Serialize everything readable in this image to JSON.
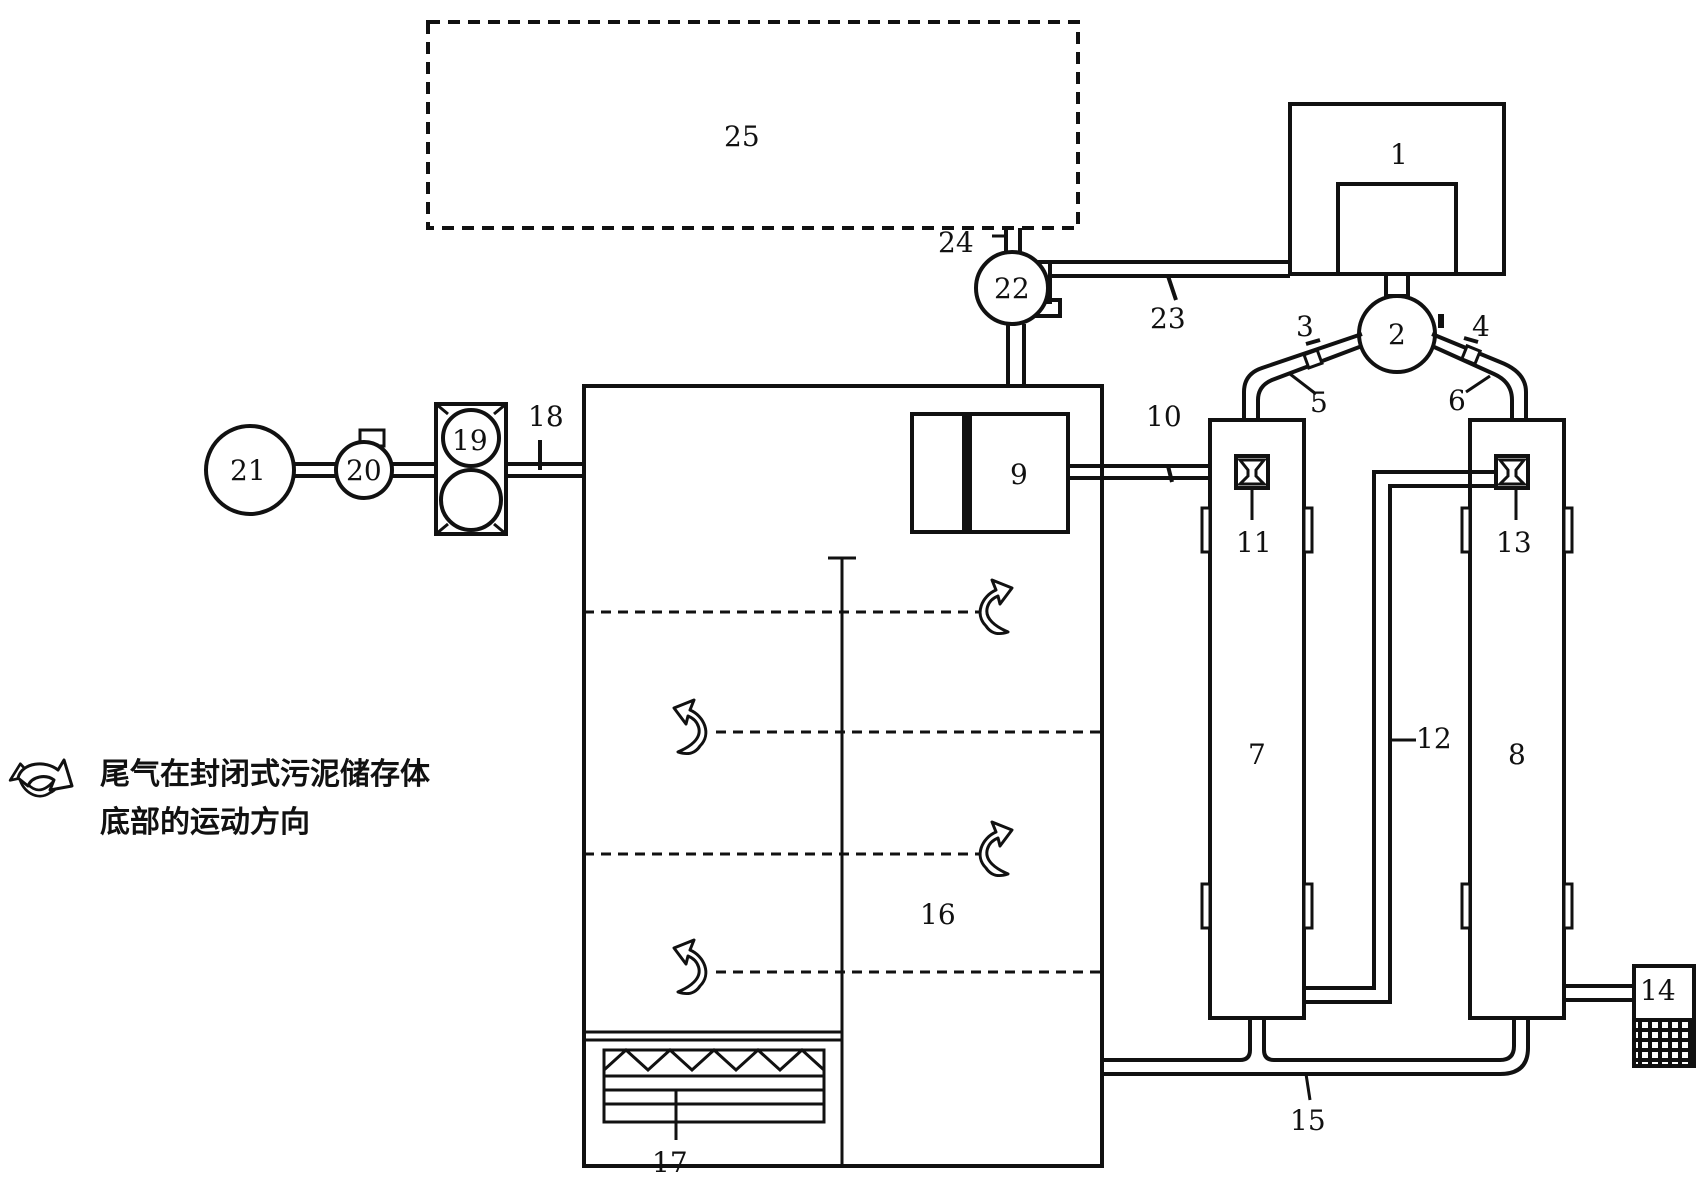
{
  "labels": {
    "n1": "1",
    "n2": "2",
    "n3": "3",
    "n4": "4",
    "n5": "5",
    "n6": "6",
    "n7": "7",
    "n8": "8",
    "n9": "9",
    "n10": "10",
    "n11": "11",
    "n12": "12",
    "n13": "13",
    "n14": "14",
    "n15": "15",
    "n16": "16",
    "n17": "17",
    "n18": "18",
    "n19": "19",
    "n20": "20",
    "n21": "21",
    "n22": "22",
    "n23": "23",
    "n24": "24",
    "n25": "25"
  },
  "legend": {
    "line1": "尾气在封闭式污泥储存体",
    "line2": "底部的运动方向",
    "icon": "curved-arrow-icon"
  }
}
